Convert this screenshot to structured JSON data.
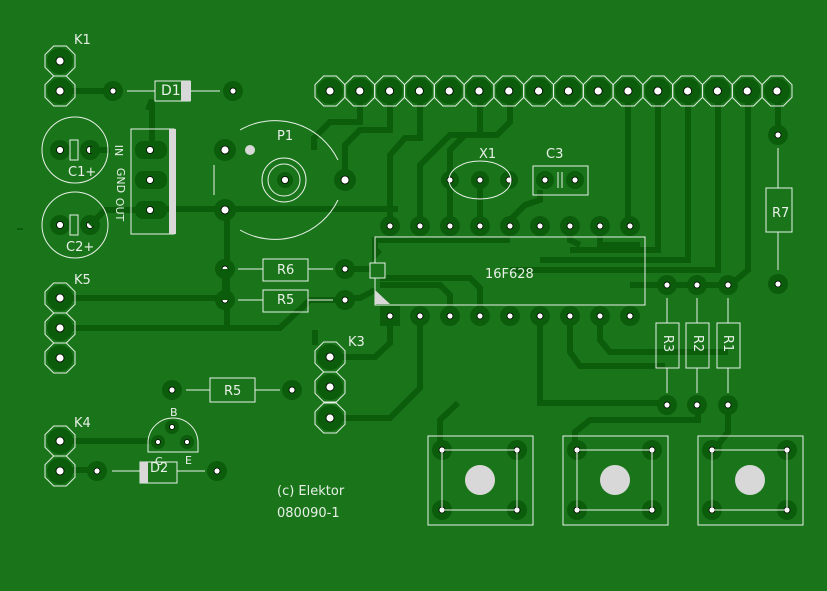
{
  "board": {
    "background_color": "#1a751a",
    "copper_color": "#0b5c0b",
    "silkscreen_color": "#e8f0e8"
  },
  "labels": {
    "K1": "K1",
    "K3": "K3",
    "K4": "K4",
    "K5": "K5",
    "D1": "D1",
    "D2": "D2",
    "C1": "C1+",
    "C2": "C2+",
    "C3": "C3",
    "X1": "X1",
    "P1": "P1",
    "R1": "R1",
    "R2": "R2",
    "R3": "R3",
    "R5a": "R5",
    "R5b": "R5",
    "R6": "R6",
    "R7": "R7",
    "IC": "16F628",
    "reg_in": "IN",
    "reg_gnd": "GND",
    "reg_out": "OUT",
    "tr_b": "B",
    "tr_c": "C",
    "tr_e": "E",
    "copyright": "(c) Elektor",
    "board_id": "080090-1"
  }
}
